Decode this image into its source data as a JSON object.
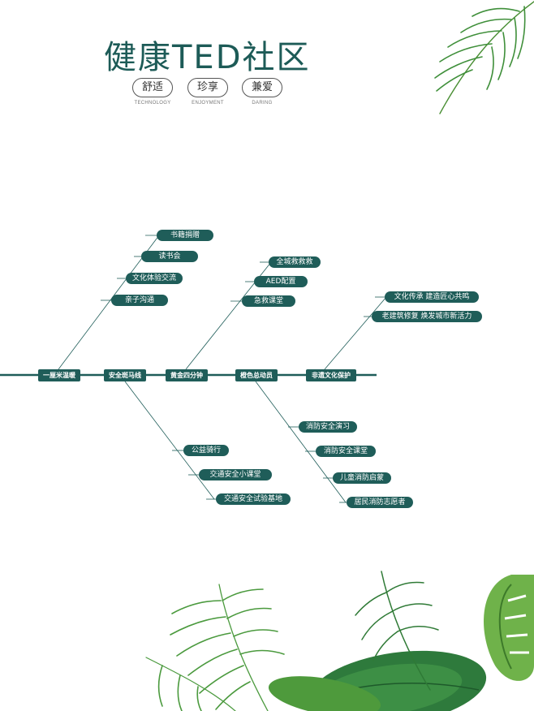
{
  "header": {
    "title": "健康TED社区",
    "pills": [
      {
        "label": "舒适",
        "sub": "TECHNOLOGY"
      },
      {
        "label": "珍享",
        "sub": "ENJOYMENT"
      },
      {
        "label": "兼爱",
        "sub": "DARING"
      }
    ]
  },
  "diagram": {
    "spine_nodes": [
      "一厘米温暖",
      "安全斑马线",
      "黄金四分钟",
      "橙色总动员",
      "非遗文化保护"
    ],
    "branches": {
      "warmth": [
        "书籍捐赠",
        "读书会",
        "文化体验交流",
        "亲子沟通"
      ],
      "zebra": [
        "公益骑行",
        "交通安全小课堂",
        "交通安全试验基地"
      ],
      "golden": [
        "全城救救救",
        "AED配置",
        "急救课堂"
      ],
      "orange": [
        "消防安全演习",
        "消防安全课堂",
        "儿童消防启蒙",
        "居民消防志愿者"
      ],
      "heritage": [
        "文化传承 建造匠心共鸣",
        "老建筑修复 焕发城市新活力"
      ]
    }
  },
  "colors": {
    "primary": "#1f5d59",
    "title": "#1d5b57",
    "leaf_dark": "#2e7a3c",
    "leaf_light": "#6fb24a"
  }
}
